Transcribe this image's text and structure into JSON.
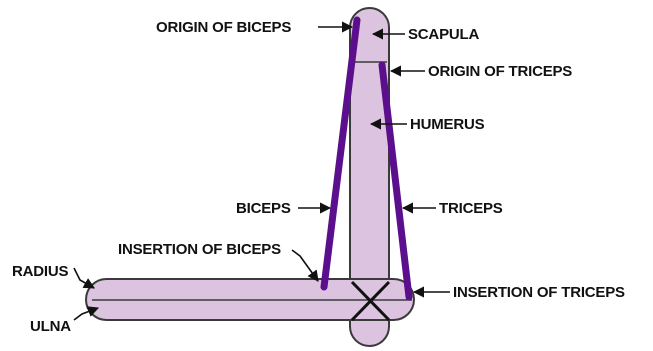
{
  "labels": {
    "origin_of_biceps": "ORIGIN OF BICEPS",
    "scapula": "SCAPULA",
    "origin_of_triceps": "ORIGIN OF TRICEPS",
    "humerus": "HUMERUS",
    "biceps": "BICEPS",
    "triceps": "TRICEPS",
    "insertion_of_biceps": "INSERTION OF BICEPS",
    "radius": "RADIUS",
    "insertion_of_triceps": "INSERTION OF TRICEPS",
    "ulna": "ULNA"
  },
  "colors": {
    "bone_fill": "#dcc3df",
    "bone_outline": "#3a3a3a",
    "muscle": "#5b0f8c",
    "text": "#111111"
  }
}
